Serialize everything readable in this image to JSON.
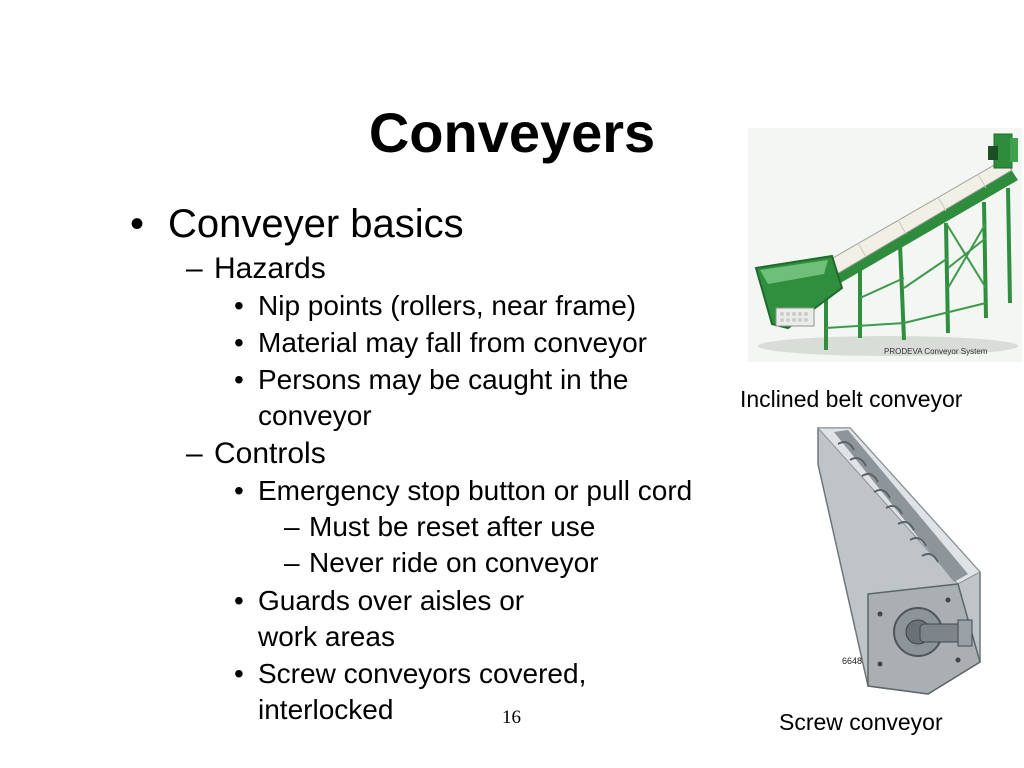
{
  "slide": {
    "title": "Conveyers",
    "page_number": "16"
  },
  "outline": {
    "l1_bullet": "•",
    "l2_dash": "–",
    "l3_bullet": "•",
    "l4_dash": "–",
    "topic": "Conveyer basics",
    "hazards": {
      "heading": "Hazards",
      "items": [
        "Nip points (rollers, near frame)",
        "Material may fall from conveyor",
        "Persons may be caught in the",
        "conveyor"
      ]
    },
    "controls": {
      "heading": "Controls",
      "emergency": "Emergency stop button or pull cord",
      "sub_items": [
        "Must be reset after use",
        "Never ride on conveyor"
      ],
      "guards_line1": "Guards over aisles or",
      "guards_line2": "work areas",
      "screw_line1": "Screw conveyors covered,",
      "screw_line2": "interlocked"
    }
  },
  "images": {
    "belt_caption": "Inclined belt conveyor",
    "belt_label": "PRODEVA Conveyor System",
    "screw_caption": "Screw conveyor",
    "screw_label": "6648"
  }
}
